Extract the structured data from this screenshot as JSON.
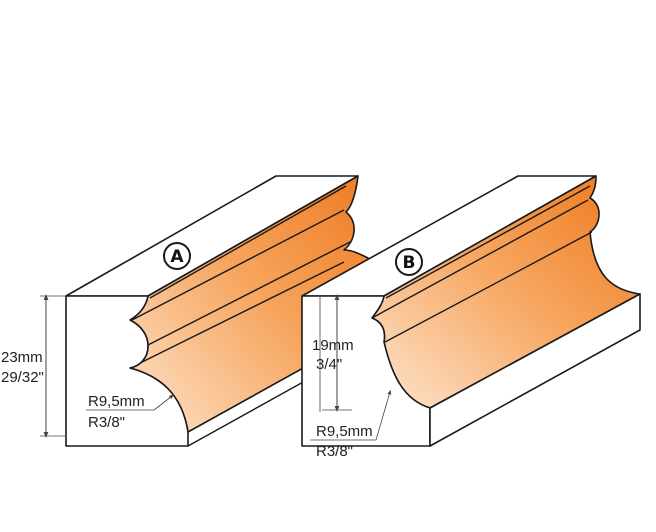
{
  "profiles": [
    {
      "badge": "A",
      "height_mm": "23mm",
      "height_in": "29/32\"",
      "radius_mm": "R9,5mm",
      "radius_in": "R3/8\""
    },
    {
      "badge": "B",
      "height_mm": "19mm",
      "height_in": "3/4\"",
      "radius_mm": "R9,5mm",
      "radius_in": "R3/8\""
    }
  ],
  "colors": {
    "orange_light": "#fde2c8",
    "orange_mid": "#f7a863",
    "orange_dark": "#ee7a1f",
    "outline": "#1a1a1a",
    "face": "#ffffff"
  }
}
